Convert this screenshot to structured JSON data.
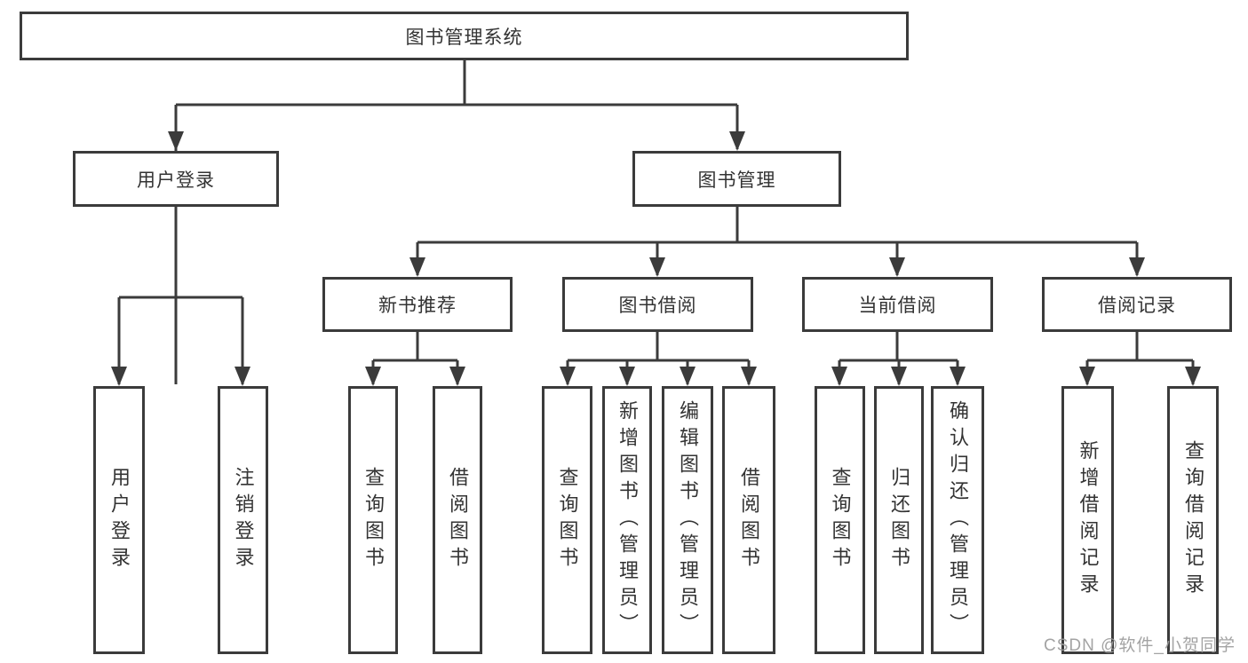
{
  "diagram": {
    "title": "图书管理系统",
    "branches": {
      "user_login": {
        "label": "用户登录",
        "children": {
          "login": "用户登录",
          "logout": "注销登录"
        }
      },
      "book_mgmt": {
        "label": "图书管理",
        "sections": {
          "new_book": {
            "label": "新书推荐",
            "children": {
              "query": "查询图书",
              "borrow": "借阅图书"
            }
          },
          "borrow": {
            "label": "图书借阅",
            "children": {
              "query": "查询图书",
              "add": "新增图书（管理员）",
              "edit": "编辑图书（管理员）",
              "borrow": "借阅图书"
            }
          },
          "current": {
            "label": "当前借阅",
            "children": {
              "query": "查询图书",
              "return": "归还图书",
              "confirm": "确认归还（管理员）"
            }
          },
          "records": {
            "label": "借阅记录",
            "children": {
              "add": "新增借阅记录",
              "query": "查询借阅记录"
            }
          }
        }
      }
    }
  },
  "watermark": {
    "text": "CSDN @软件_小贺同学"
  },
  "colors": {
    "line": "#3b3b3b",
    "text": "#333333",
    "watermark": "#9c9c9c",
    "background": "#ffffff"
  }
}
